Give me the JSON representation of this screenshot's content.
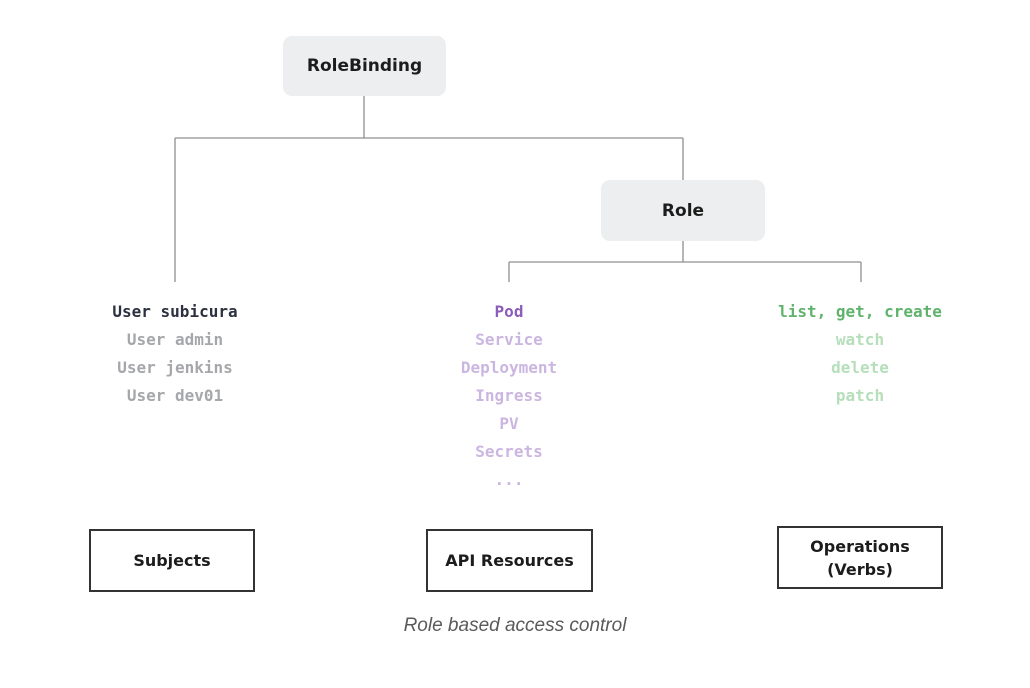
{
  "nodes": {
    "rolebinding": "RoleBinding",
    "role": "Role"
  },
  "subjects": {
    "head": "User subicura",
    "items": [
      "User admin",
      "User jenkins",
      "User dev01"
    ]
  },
  "resources": {
    "head": "Pod",
    "items": [
      "Service",
      "Deployment",
      "Ingress",
      "PV",
      "Secrets",
      "..."
    ]
  },
  "verbs": {
    "head": "list, get, create",
    "items": [
      "watch",
      "delete",
      "patch"
    ]
  },
  "labels": {
    "subjects": "Subjects",
    "api_resources": "API Resources",
    "operations_line1": "Operations",
    "operations_line2": "(Verbs)"
  },
  "caption": "Role based access control",
  "colors": {
    "resources_accent": "#8c5cb8",
    "verbs_accent": "#5fb36c",
    "node_bg": "#eceeef"
  }
}
